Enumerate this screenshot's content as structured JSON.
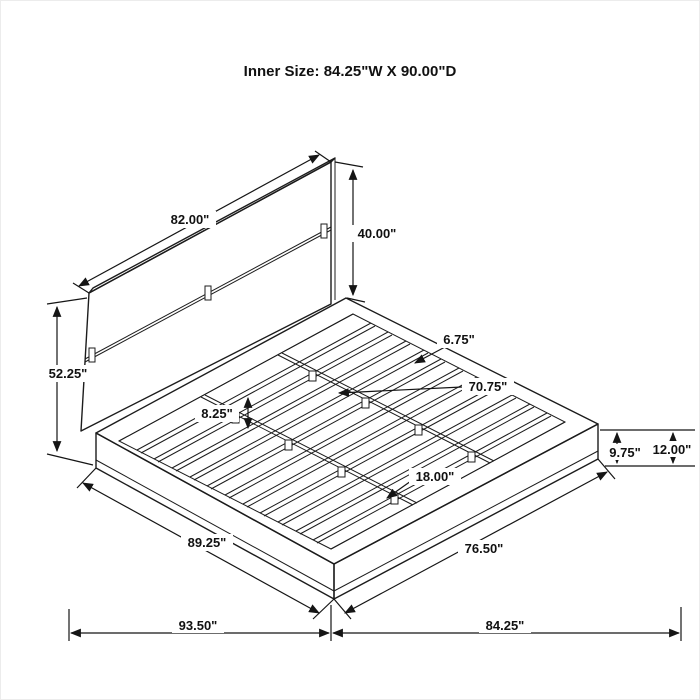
{
  "title": "Inner Size: 84.25\"W X 90.00\"D",
  "dimensions": {
    "headboard_width": "82.00\"",
    "headboard_height": "40.00\"",
    "total_height": "52.25\"",
    "slat_spacing": "6.75\"",
    "slat_length": "70.75\"",
    "slat_gap": "8.25\"",
    "frame_inner_height": "9.75\"",
    "frame_height": "12.00\"",
    "foot_rail": "18.00\"",
    "base_width": "89.25\"",
    "base_depth": "76.50\"",
    "overall_width": "93.50\"",
    "overall_depth": "84.25\""
  }
}
